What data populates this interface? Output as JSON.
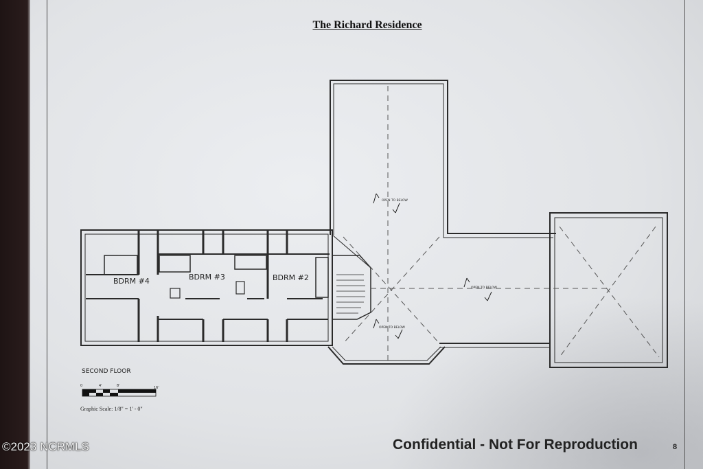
{
  "title": "The Richard Residence",
  "rooms": {
    "bdrm4": "BDRM #4",
    "bdrm3": "BDRM #3",
    "bdrm2": "BDRM #2"
  },
  "notes": {
    "open_to_below_1": "OPEN TO BELOW",
    "open_to_below_2": "OPEN TO BELOW",
    "open_to_below_3": "OPEN TO BELOW"
  },
  "floor_label": "SECOND FLOOR",
  "scale": {
    "ticks": [
      "0",
      "4'",
      "8'",
      "16'"
    ],
    "caption": "Graphic Scale: 1/8\" = 1' - 0\""
  },
  "footer": {
    "confidential": "Confidential - Not For Reproduction",
    "page_number": "8"
  },
  "watermark": "©2023 NCRMLS"
}
